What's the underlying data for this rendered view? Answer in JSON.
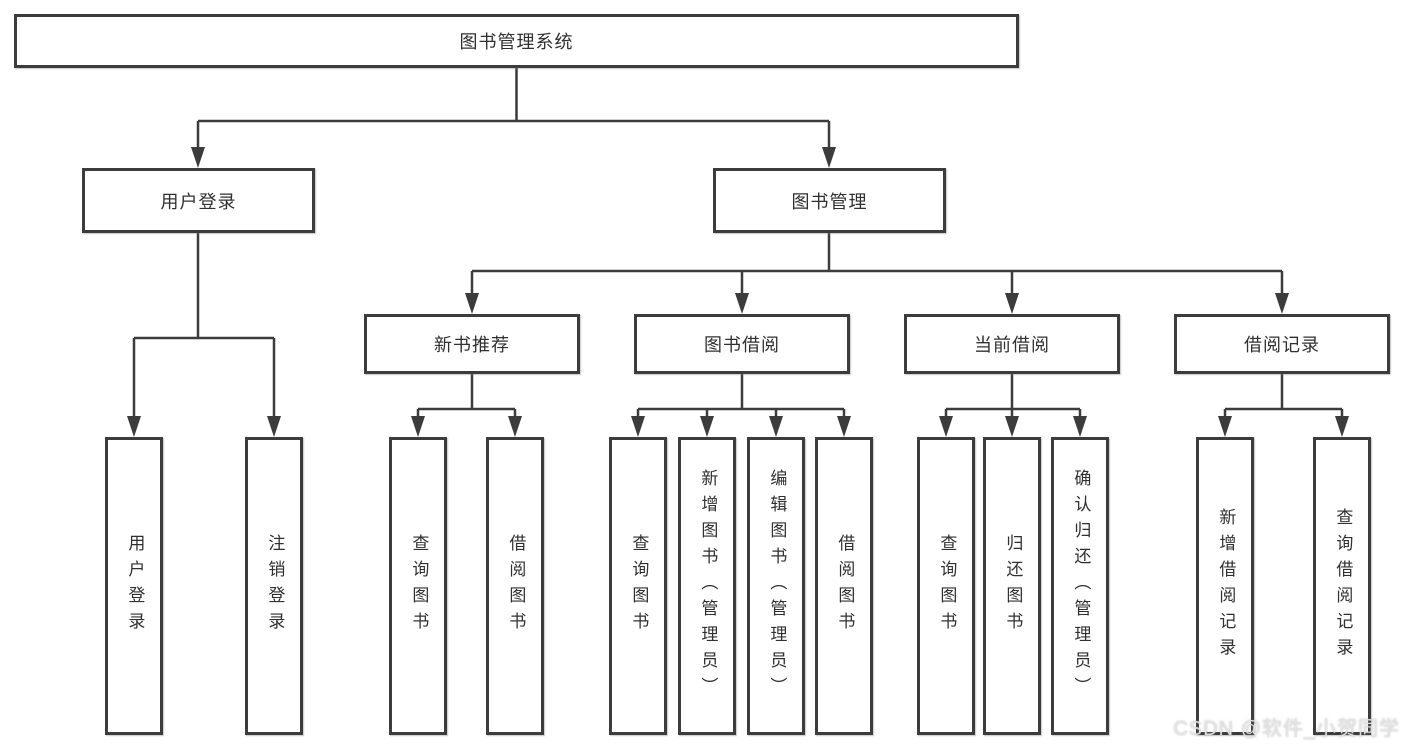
{
  "tree": {
    "label": "图书管理系统",
    "children": [
      {
        "label": "用户登录",
        "children": [
          {
            "label": "用户登录"
          },
          {
            "label": "注销登录"
          }
        ]
      },
      {
        "label": "图书管理",
        "children": [
          {
            "label": "新书推荐",
            "children": [
              {
                "label": "查询图书"
              },
              {
                "label": "借阅图书"
              }
            ]
          },
          {
            "label": "图书借阅",
            "children": [
              {
                "label": "查询图书"
              },
              {
                "label": "新增图书（管理员）"
              },
              {
                "label": "编辑图书（管理员）"
              },
              {
                "label": "借阅图书"
              }
            ]
          },
          {
            "label": "当前借阅",
            "children": [
              {
                "label": "查询图书"
              },
              {
                "label": "归还图书"
              },
              {
                "label": "确认归还（管理员）"
              }
            ]
          },
          {
            "label": "借阅记录",
            "children": [
              {
                "label": "新增借阅记录"
              },
              {
                "label": "查询借阅记录"
              }
            ]
          }
        ]
      }
    ]
  },
  "watermark": {
    "text": "CSDN @软件_小贺同学"
  },
  "colors": {
    "line": "#3c3c3c",
    "text": "#303030",
    "background": "#ffffff",
    "watermark": "#e4e4e4"
  }
}
